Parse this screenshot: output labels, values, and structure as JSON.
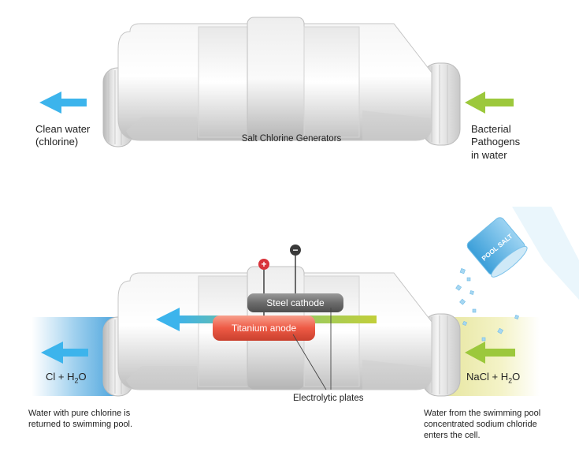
{
  "top": {
    "title": "Salt Chlorine Generators",
    "left_label": [
      "Clean water",
      "(chlorine)"
    ],
    "right_label": [
      "Bacterial",
      "Pathogens",
      "in water"
    ]
  },
  "bottom": {
    "cathode_label": "Steel cathode",
    "anode_label": "Titanium anode",
    "plates_label": "Electrolytic plates",
    "plus_symbol": "+",
    "minus_symbol": "−",
    "bucket_label": "POOL SALT",
    "left_formula": "Cl + H",
    "left_formula_sub": "2",
    "left_formula_end": "O",
    "right_formula": "NaCl + H",
    "right_formula_sub": "2",
    "right_formula_end": "O",
    "left_note": [
      "Water with pure chlorine is",
      "returned to swimming pool."
    ],
    "right_note": [
      "Water from the swimming pool",
      "concentrated  sodium chloride",
      "enters the cell."
    ]
  },
  "colors": {
    "outflow_arrow": "#3cb4ec",
    "inflow_arrow": "#9cc83c",
    "anode": "#ee5a45",
    "cathode": "#6e6e6e",
    "pipe": "#e6e6e6"
  }
}
